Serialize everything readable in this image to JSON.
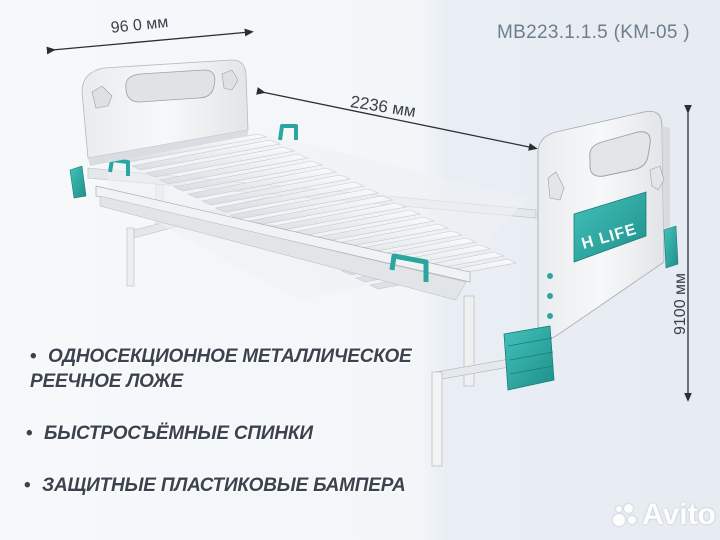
{
  "product": {
    "model": "MB223.1.1.5   (KM-05 )",
    "brand_logo": "H LIFE"
  },
  "dimensions": {
    "width": "96 0 мм",
    "length": "2236 мм",
    "height": "9100 мм"
  },
  "features": [
    "ОДНОСЕКЦИОННОЕ  МЕТАЛЛИЧЕСКОЕ",
    "РЕЕЧНОЕ ЛОЖЕ",
    "БЫСТРОСЪЁМНЫЕ СПИНКИ",
    "ЗАЩИТНЫЕ ПЛАСТИКОВЫЕ БАМПЕРА"
  ],
  "bullet": "•",
  "watermark": "Avito",
  "colors": {
    "accent_teal": "#2aa6a0",
    "frame_white": "#f4f5f6",
    "text_dark": "#3c4350",
    "model_text": "#6f7e8c"
  },
  "icons": [
    "bed-illustration",
    "dimension-arrow",
    "avito-logo"
  ]
}
